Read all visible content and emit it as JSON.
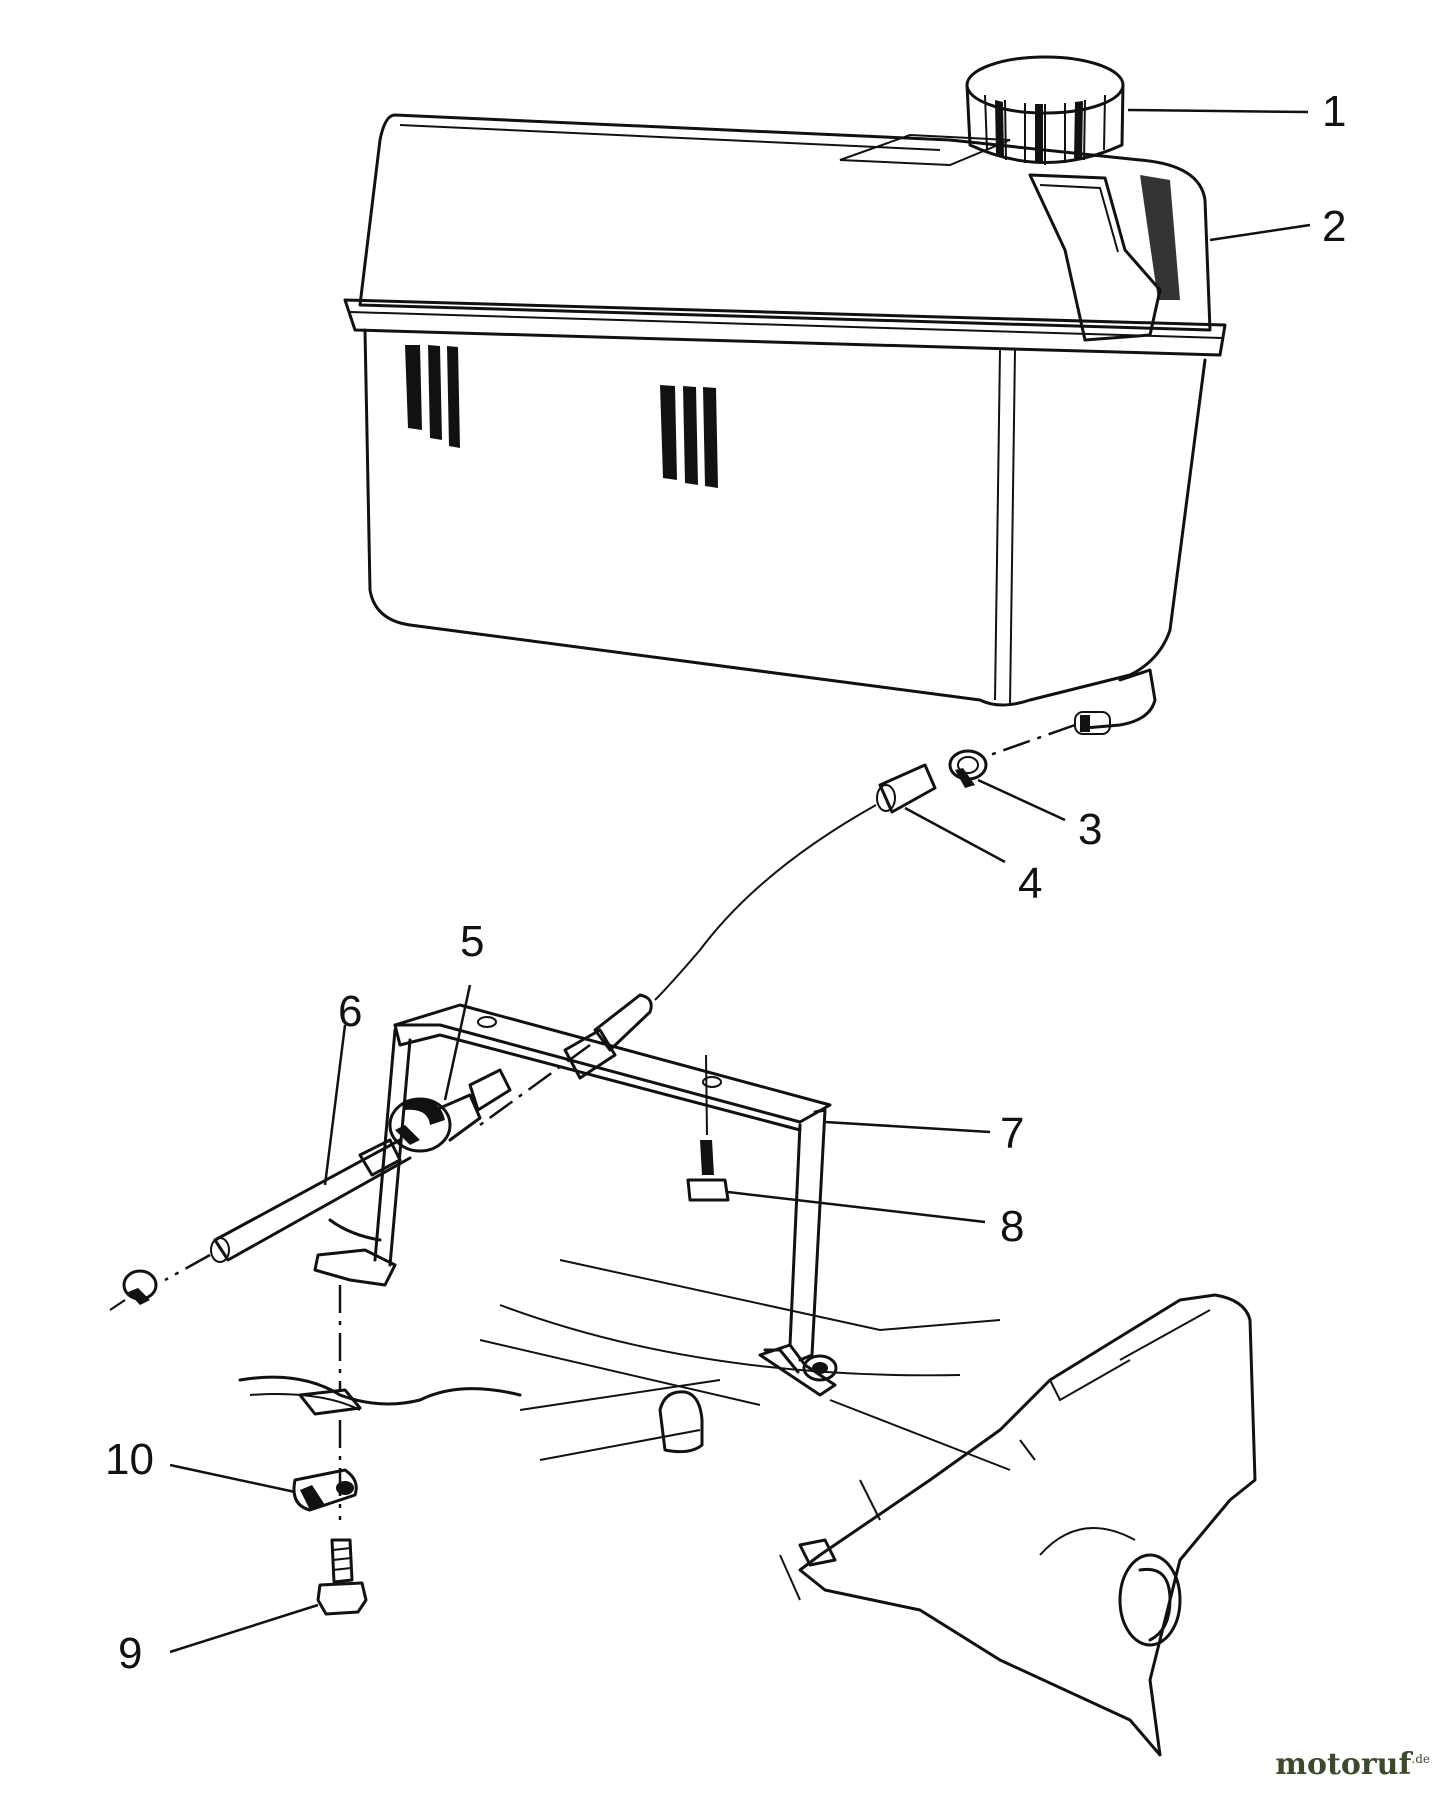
{
  "callouts": [
    {
      "id": "1",
      "label": "1"
    },
    {
      "id": "2",
      "label": "2"
    },
    {
      "id": "3",
      "label": "3"
    },
    {
      "id": "4",
      "label": "4"
    },
    {
      "id": "5",
      "label": "5"
    },
    {
      "id": "6",
      "label": "6"
    },
    {
      "id": "7",
      "label": "7"
    },
    {
      "id": "8",
      "label": "8"
    },
    {
      "id": "9",
      "label": "9"
    },
    {
      "id": "10",
      "label": "10"
    }
  ],
  "watermark": {
    "text": "motoruf",
    "suffix": ".de"
  }
}
